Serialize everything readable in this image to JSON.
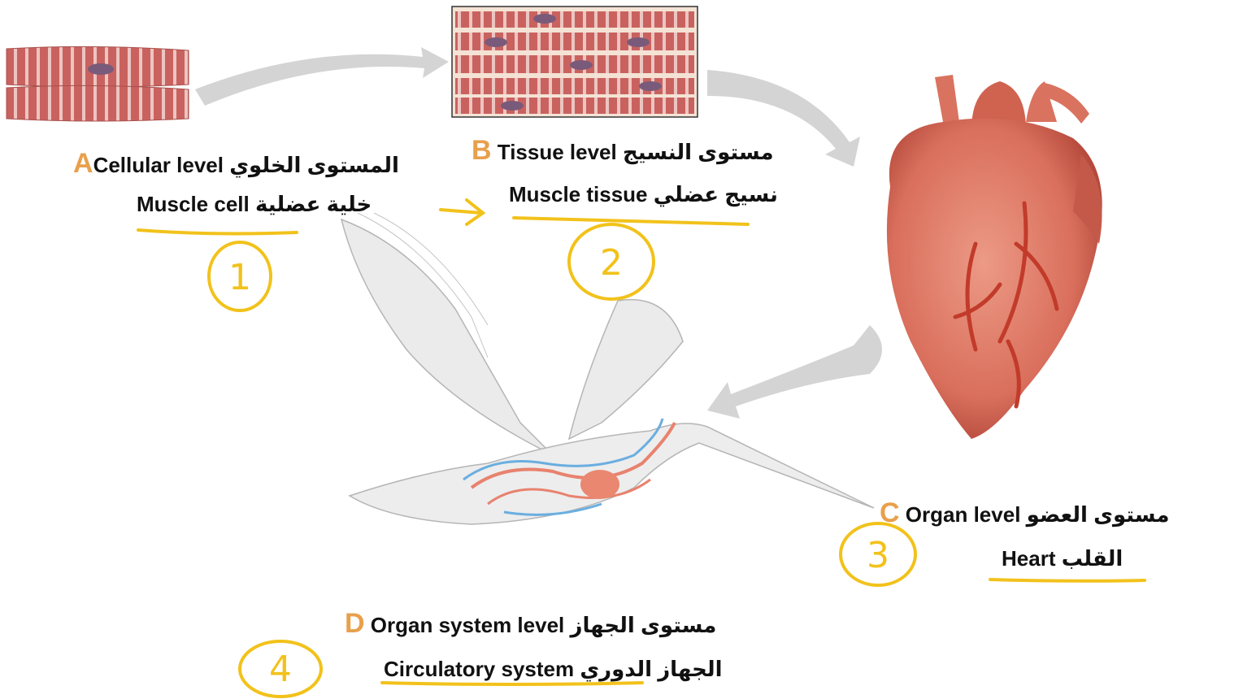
{
  "colors": {
    "letter": "#e8a04c",
    "highlight": "#f2c21b",
    "muscle": "#c9625f",
    "muscle_stripe": "#f2d6d3",
    "nucleus": "#7a5a7a",
    "arrow": "#d4d4d4",
    "heart": "#d96f5c",
    "heart_dark": "#b84a3a",
    "vessel": "#c23b2a",
    "bird": "#e9e9e9",
    "bird_line": "#b5b5b5",
    "artery": "#e8826e",
    "vein": "#6aaee0"
  },
  "levels": {
    "a": {
      "letter": "A",
      "level_en": "Cellular level",
      "level_ar": "المستوى الخلوي",
      "example_en": "Muscle cell",
      "example_ar": "خلية عضلية",
      "circled_number": "1"
    },
    "b": {
      "letter": "B",
      "level_en": "Tissue level",
      "level_ar": "مستوى النسيج",
      "example_en": "Muscle tissue",
      "example_ar": "نسيج عضلي",
      "circled_number": "2"
    },
    "c": {
      "letter": "C",
      "level_en": "Organ level",
      "level_ar": "مستوى العضو",
      "example_en": "Heart",
      "example_ar": "القلب",
      "circled_number": "3"
    },
    "d": {
      "letter": "D",
      "level_en": "Organ system level",
      "level_ar": "مستوى الجهاز",
      "example_en": "Circulatory system",
      "example_ar": "الجهاز الدوري",
      "circled_number": "4"
    }
  }
}
